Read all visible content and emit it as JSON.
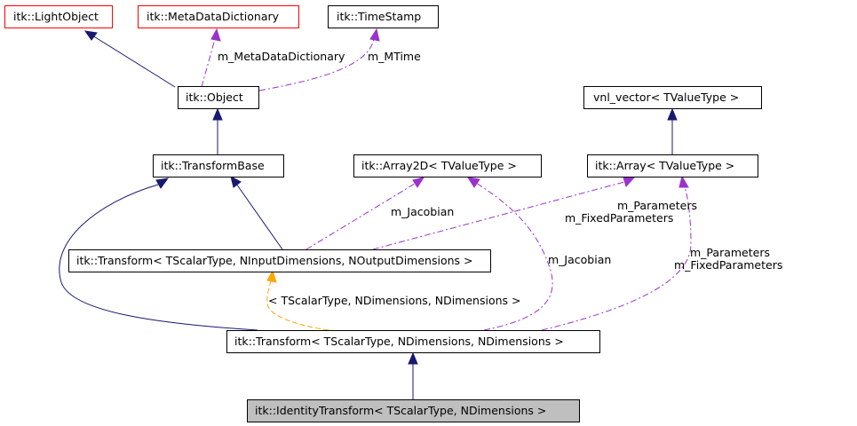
{
  "nodes": {
    "light_object": "itk::LightObject",
    "metadata_dictionary": "itk::MetaDataDictionary",
    "time_stamp": "itk::TimeStamp",
    "object": "itk::Object",
    "vnl_vector": "vnl_vector< TValueType >",
    "transform_base": "itk::TransformBase",
    "array2d": "itk::Array2D< TValueType >",
    "array": "itk::Array< TValueType >",
    "transform_generic": "itk::Transform< TScalarType, NInputDimensions, NOutputDimensions >",
    "transform_specialized": "itk::Transform< TScalarType, NDimensions, NDimensions >",
    "identity_transform": "itk::IdentityTransform< TScalarType, NDimensions >"
  },
  "edge_labels": {
    "metadata_dictionary": "m_MetaDataDictionary",
    "mtime": "m_MTime",
    "jacobian_left": "m_Jacobian",
    "parameters_upper": "m_Parameters",
    "fixed_parameters_upper": "m_FixedParameters",
    "jacobian_right": "m_Jacobian",
    "parameters_lower": "m_Parameters",
    "fixed_parameters_lower": "m_FixedParameters",
    "template_args": "< TScalarType, NDimensions, NDimensions >"
  },
  "colors": {
    "inheritance_edge": "#191970",
    "usage_edge": "#9a32cd",
    "template_edge": "#ffa500",
    "truncated_node_border": "#ff0000",
    "selected_node_fill": "#bfbfbf"
  }
}
